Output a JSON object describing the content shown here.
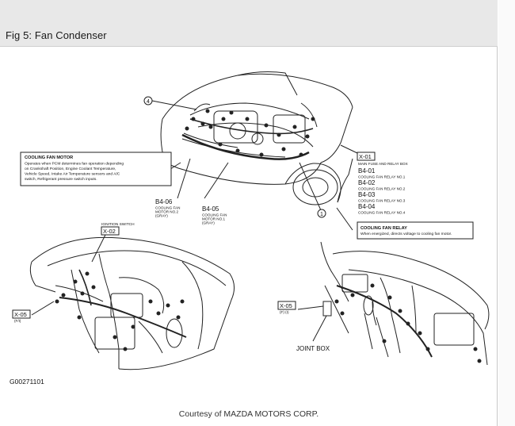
{
  "header": {
    "title": "Fig 5: Fan Condenser"
  },
  "footer": {
    "credit": "Courtesy of MAZDA MOTORS CORP."
  },
  "figure_id": "G00271101",
  "callouts": {
    "cooling_fan_motor": {
      "title": "COOLING FAN MOTOR",
      "lines": [
        "Operates when PCM determines fan operation depending",
        "on Crankshaft Position, Engine Coolant Temperature,",
        "Vehicle Speed, Intake Air Temperature sensors and A/C",
        "switch, Refrigerant pressure switch inputs."
      ]
    },
    "cooling_fan_relay": {
      "title": "COOLING FAN RELAY",
      "lines": [
        "When energized, directs voltage to cooling fan motor."
      ]
    }
  },
  "relay_list": {
    "box": "X-01",
    "box_desc": "MAIN FUSE AND RELAY BOX",
    "items": [
      {
        "code": "B4-01",
        "desc": "COOLING FAN RELAY NO.1"
      },
      {
        "code": "B4-02",
        "desc": "COOLING FAN RELAY NO.2"
      },
      {
        "code": "B4-03",
        "desc": "COOLING FAN RELAY NO.3"
      },
      {
        "code": "B4-04",
        "desc": "COOLING FAN RELAY NO.4"
      }
    ]
  },
  "motor_labels": {
    "m2": {
      "code": "B4-06",
      "l1": "COOLING FAN",
      "l2": "MOTOR NO.2",
      "l3": "(GRAY)"
    },
    "m1": {
      "code": "B4-05",
      "l1": "COOLING FAN",
      "l2": "MOTOR NO.1",
      "l3": "(GRAY)"
    }
  },
  "markers": {
    "four": "4",
    "one": "1"
  },
  "left_dash": {
    "ignition": "IGNITION SWITCH",
    "x02": "X-02",
    "x05": "X-05",
    "x05_sub": "(F/I)"
  },
  "right_dash": {
    "x05": "X-05",
    "x05_sub": "(F) (I)",
    "joint_box": "JOINT BOX"
  }
}
